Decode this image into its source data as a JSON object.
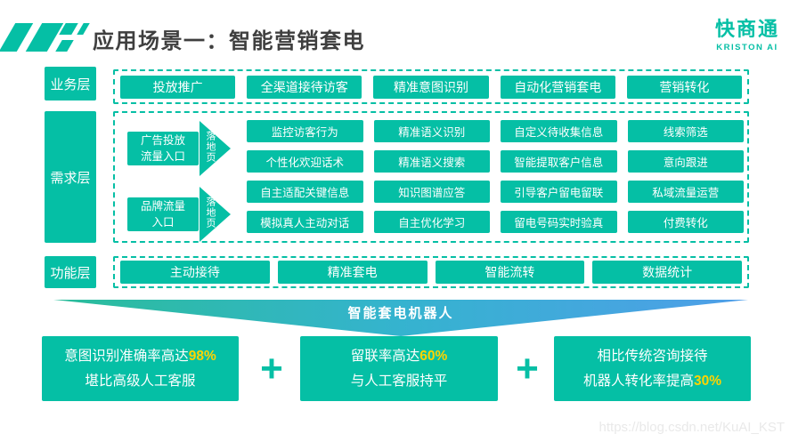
{
  "colors": {
    "teal": "#05bfa5",
    "yellow": "#ffd400",
    "title_color": "#3f3f3f",
    "funnel_left": "#2abd9a",
    "funnel_mid": "#35b3cf",
    "funnel_right": "#4f9ee9",
    "watermark_color": "#e9e9e9"
  },
  "header": {
    "title": "应用场景一：智能营销套电",
    "brand_name": "快商通",
    "brand_sub": "KRISTON AI"
  },
  "business": {
    "label": "业务层",
    "items": [
      "投放推广",
      "全渠道接待访客",
      "精准意图识别",
      "自动化营销套电",
      "营销转化"
    ]
  },
  "demand": {
    "label": "需求层",
    "entrances": [
      {
        "line1": "广告投放",
        "line2": "流量入口",
        "arrow_label": "落地页"
      },
      {
        "line1": "品牌流量",
        "line2": "入口",
        "arrow_label": "落地页"
      }
    ],
    "grid": [
      "监控访客行为",
      "精准语义识别",
      "自定义待收集信息",
      "线索筛选",
      "个性化欢迎话术",
      "精准语义搜索",
      "智能提取客户信息",
      "意向跟进",
      "自主适配关键信息",
      "知识图谱应答",
      "引导客户留电留联",
      "私域流量运营",
      "模拟真人主动对话",
      "自主优化学习",
      "留电号码实时验真",
      "付费转化"
    ]
  },
  "function": {
    "label": "功能层",
    "items": [
      "主动接待",
      "精准套电",
      "智能流转",
      "数据统计"
    ]
  },
  "funnel": {
    "label": "智能套电机器人"
  },
  "results": {
    "plus": "+",
    "boxes": [
      {
        "l1a": "意图识别准确率高达",
        "l1b": "98%",
        "l2a": "堪比高级人工客服",
        "l2b": ""
      },
      {
        "l1a": "留联率高达",
        "l1b": "60%",
        "l2a": "与人工客服持平",
        "l2b": ""
      },
      {
        "l1a": "相比传统咨询接待",
        "l1b": "",
        "l2a": "机器人转化率提高",
        "l2b": "30%"
      }
    ]
  },
  "watermark": "https://blog.csdn.net/KuAI_KST"
}
